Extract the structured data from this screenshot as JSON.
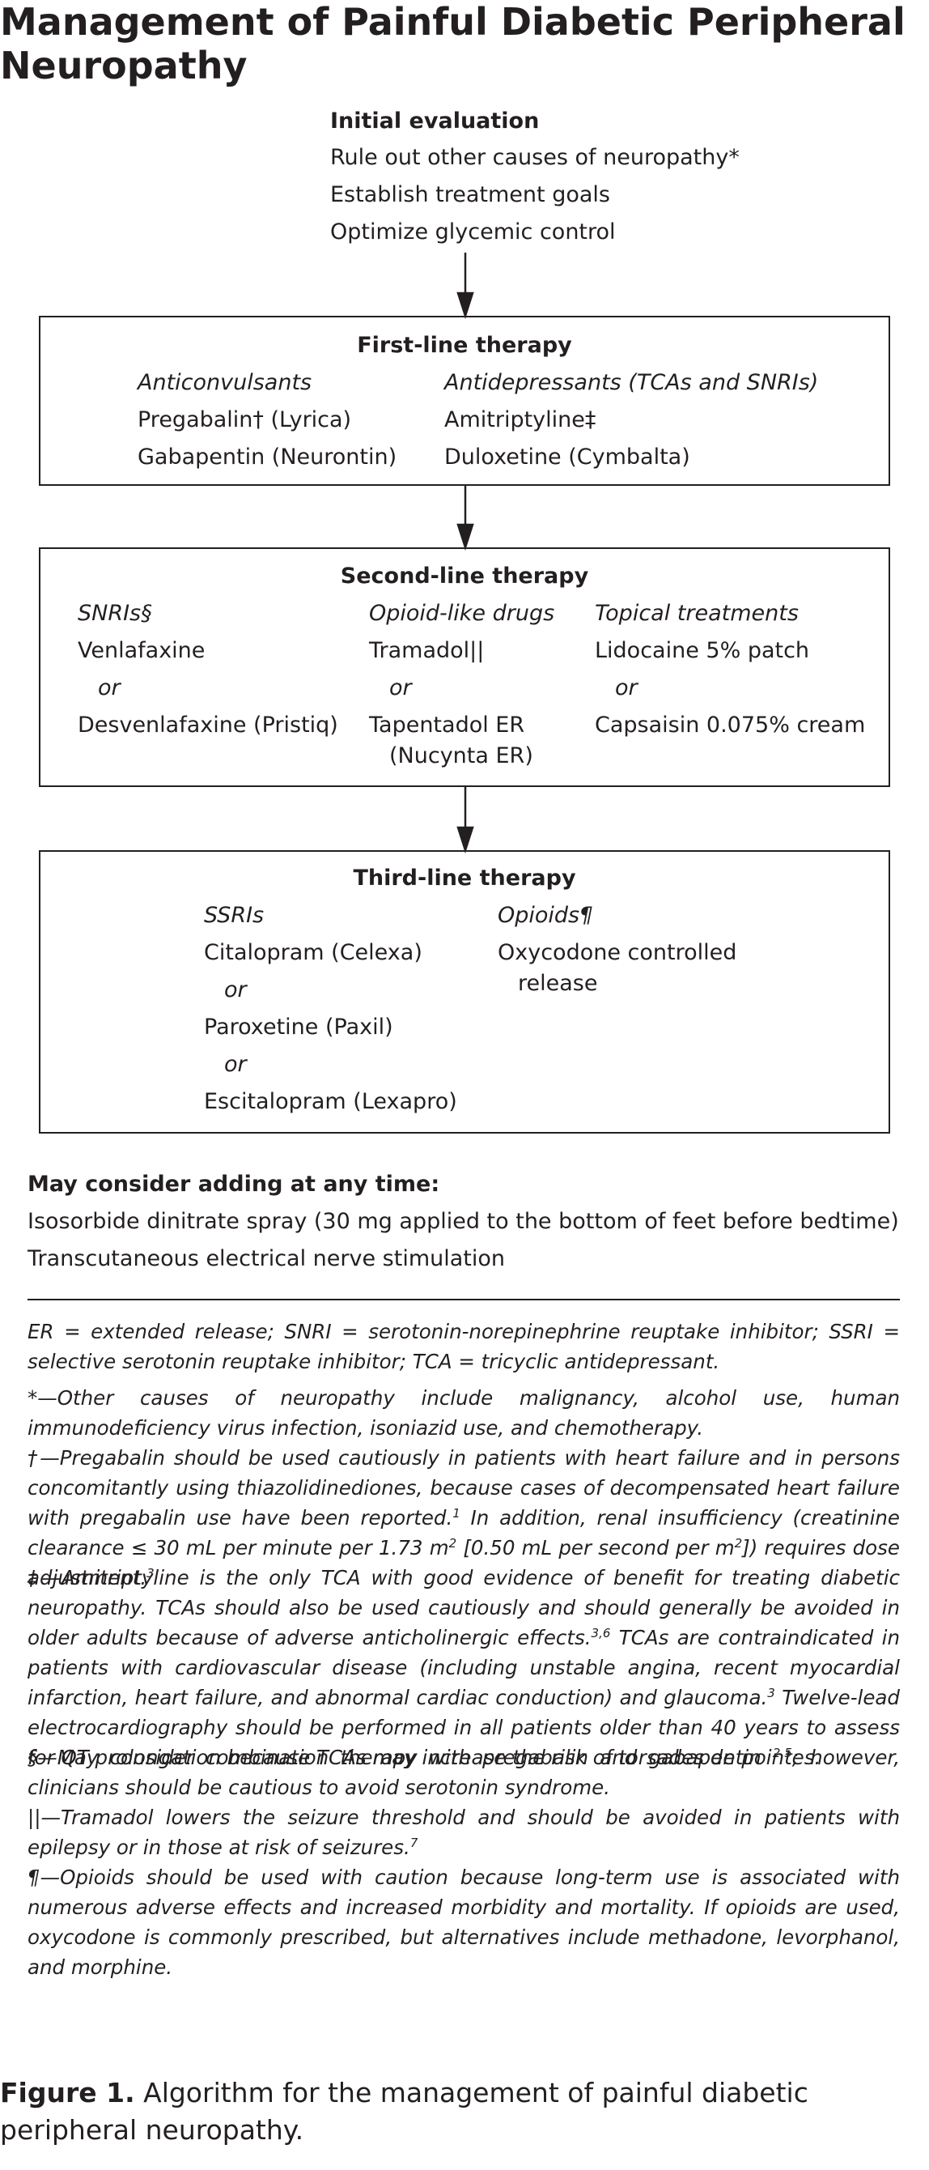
{
  "title": "Management of Painful Diabetic Peripheral Neuropathy",
  "initial": {
    "heading": "Initial evaluation",
    "items": [
      "Rule out other causes of neuropathy*",
      "Establish treatment goals",
      "Optimize glycemic control"
    ]
  },
  "first_line": {
    "heading": "First-line therapy",
    "col1": {
      "header": "Anticonvulsants",
      "items": [
        "Pregabalin† (Lyrica)",
        "Gabapentin (Neurontin)"
      ]
    },
    "col2": {
      "header": "Antidepressants (TCAs and SNRIs)",
      "items": [
        "Amitriptyline‡",
        "Duloxetine (Cymbalta)"
      ]
    }
  },
  "second_line": {
    "heading": "Second-line therapy",
    "col1": {
      "header": "SNRIs§",
      "item1": "Venlafaxine",
      "or": "or",
      "item2": "Desvenlafaxine (Pristiq)"
    },
    "col2": {
      "header": "Opioid-like drugs",
      "item1": "Tramadol||",
      "or": "or",
      "item2a": "Tapentadol ER",
      "item2b": "(Nucynta ER)"
    },
    "col3": {
      "header": "Topical treatments",
      "item1": "Lidocaine 5% patch",
      "or": "or",
      "item2": "Capsaisin 0.075% cream"
    }
  },
  "third_line": {
    "heading": "Third-line therapy",
    "col1": {
      "header": "SSRIs",
      "item1": "Citalopram (Celexa)",
      "or1": "or",
      "item2": "Paroxetine (Paxil)",
      "or2": "or",
      "item3": "Escitalopram (Lexapro)"
    },
    "col2": {
      "header": "Opioids¶",
      "item1a": "Oxycodone controlled",
      "item1b": "release"
    }
  },
  "anytime": {
    "heading": "May consider adding at any time:",
    "items": [
      "Isosorbide dinitrate spray (30 mg applied to the bottom of feet before bedtime)",
      "Transcutaneous electrical nerve stimulation"
    ]
  },
  "abbreviations": "ER = extended release; SNRI = serotonin-norepinephrine reuptake inhibitor; SSRI = selective serotonin reuptake inhibitor; TCA = tricyclic antidepressant.",
  "footnotes": {
    "star": "*—Other causes of neuropathy include malignancy, alcohol use, human immunodeficiency virus infection, isoniazid use, and chemotherapy.",
    "dagger_a": "†—Pregabalin should be used cautiously in patients with heart failure and in persons concomitantly using thiazolidinediones, because cases of decompensated heart failure with pregabalin use have been reported.",
    "dagger_ref1": "1",
    "dagger_b": " In addition, renal insufficiency (creatinine clearance ≤ 30 mL per minute per 1.73 m",
    "dagger_sup2a": "2",
    "dagger_c": " [0.50 mL per second per m",
    "dagger_sup2b": "2",
    "dagger_d": "]) requires dose adjustment.",
    "dagger_ref3": "3",
    "ddagger_a": "‡—Amitriptyline is the only TCA with good evidence of benefit for treating diabetic neuropathy. TCAs should also be used cautiously and should generally be avoided in older adults because of adverse anticholinergic effects.",
    "ddagger_ref36": "3,6",
    "ddagger_b": " TCAs are contraindicated in patients with cardiovascular disease (including unstable angina, recent myocardial infarction, heart failure, and abnormal cardiac conduction) and glaucoma.",
    "ddagger_ref3": "3",
    "ddagger_c": " Twelve-lead electrocardiography should be performed in all patients older than 40 years to assess for QT prolongation because TCAs may increase the risk of torsades de pointes.",
    "section_a": "§—May consider combination therapy with pregabalin and gabapentin ",
    "section_ref": "2,5",
    "section_b": "; however, clinicians should be cautious to avoid serotonin syndrome.",
    "pipes_a": "||—Tramadol lowers the seizure threshold and should be avoided in patients with epilepsy or in those at risk of seizures.",
    "pipes_ref": "7",
    "pilcrow": "¶—Opioids should be used with caution because long-term use is associated with numerous adverse effects and increased morbidity and mortality. If opioids are used, oxycodone is commonly prescribed, but alternatives include methadone, levorphanol, and morphine."
  },
  "caption": {
    "label": "Figure 1.",
    "text": " Algorithm for the management of painful diabetic peripheral neuropathy."
  }
}
